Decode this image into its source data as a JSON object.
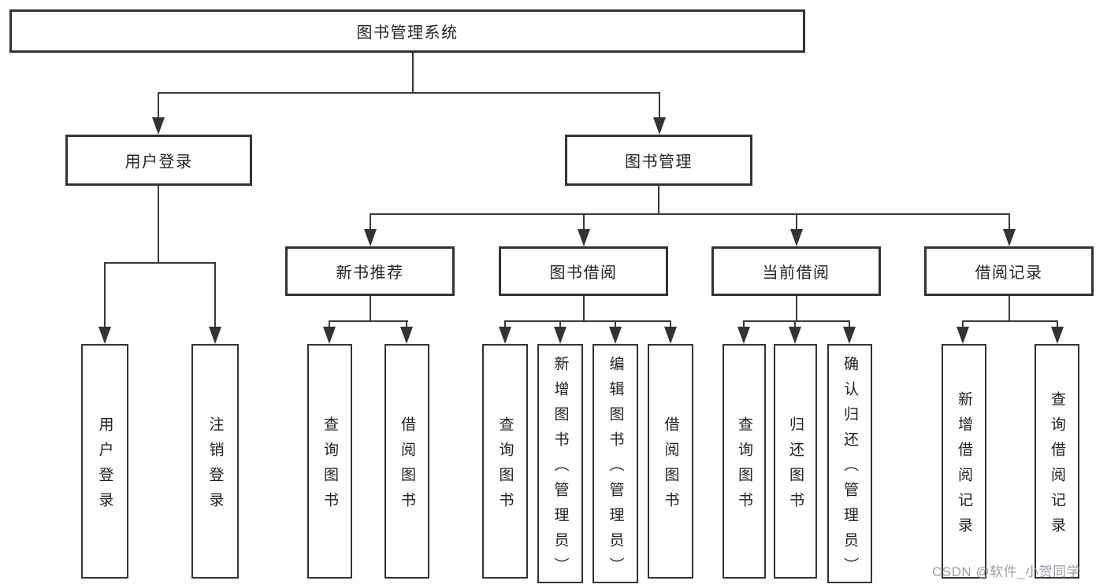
{
  "diagram": {
    "root": {
      "label": "图书管理系统"
    },
    "branches": [
      {
        "label": "用户登录",
        "children": [
          {
            "label": "用户登录"
          },
          {
            "label": "注销登录"
          }
        ]
      },
      {
        "label": "图书管理",
        "children": [
          {
            "label": "新书推荐",
            "children": [
              {
                "label": "查询图书"
              },
              {
                "label": "借阅图书"
              }
            ]
          },
          {
            "label": "图书借阅",
            "children": [
              {
                "label": "查询图书"
              },
              {
                "label": "新增图书（管理员）"
              },
              {
                "label": "编辑图书（管理员）"
              },
              {
                "label": "借阅图书"
              }
            ]
          },
          {
            "label": "当前借阅",
            "children": [
              {
                "label": "查询图书"
              },
              {
                "label": "归还图书"
              },
              {
                "label": "确认归还（管理员）"
              }
            ]
          },
          {
            "label": "借阅记录",
            "children": [
              {
                "label": "新增借阅记录"
              },
              {
                "label": "查询借阅记录"
              }
            ]
          }
        ]
      }
    ]
  },
  "watermark": {
    "text": "CSDN @软件_小贺同学"
  },
  "colors": {
    "line": "#3a3a3a",
    "border": "#333333",
    "text": "#222222",
    "background": "#ffffff",
    "watermark": "#8f949e"
  }
}
